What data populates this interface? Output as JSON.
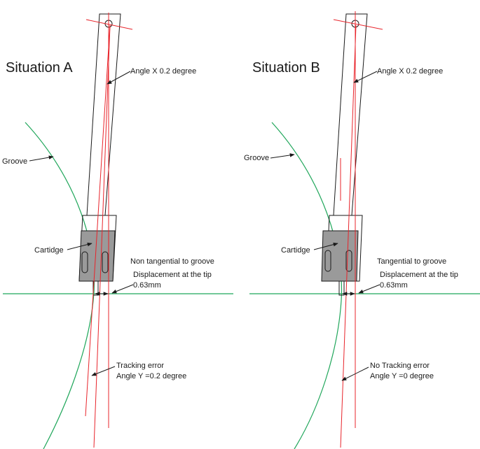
{
  "colors": {
    "groove": "#1fa65a",
    "reference": "#e8242b",
    "outline": "#1a1a1a",
    "cartridge_fill": "#9a9a9a"
  },
  "situation_a": {
    "title": "Situation A",
    "angle_x": "Angle X 0.2 degree",
    "groove": "Groove",
    "cartridge": "Cartidge",
    "tangency": "Non tangential to groove",
    "displacement": "Displacement at the tip",
    "displacement_value": "0.63mm",
    "tracking_error": "Tracking error",
    "angle_y": "Angle Y =0.2 degree"
  },
  "situation_b": {
    "title": "Situation B",
    "angle_x": "Angle X 0.2 degree",
    "groove": "Groove",
    "cartridge": "Cartidge",
    "tangency": "Tangential to groove",
    "displacement": "Displacement at the tip",
    "displacement_value": "0.63mm",
    "tracking_error": "No Tracking error",
    "angle_y": "Angle Y =0 degree"
  }
}
